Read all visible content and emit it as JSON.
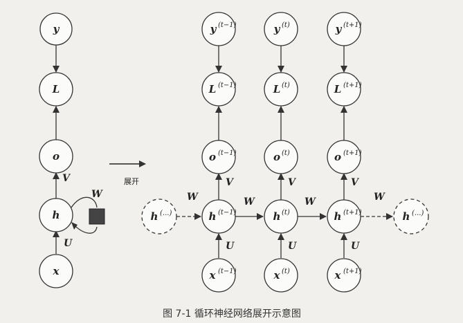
{
  "diagram": {
    "folded": {
      "nodes": [
        {
          "id": "y",
          "label": "y",
          "sup": ""
        },
        {
          "id": "L",
          "label": "L",
          "sup": ""
        },
        {
          "id": "o",
          "label": "o",
          "sup": ""
        },
        {
          "id": "h",
          "label": "h",
          "sup": ""
        },
        {
          "id": "x",
          "label": "x",
          "sup": ""
        }
      ],
      "edge_labels": {
        "V": "V",
        "U": "U",
        "W": "W"
      }
    },
    "unfold_label": "展开",
    "unfolded": {
      "columns": [
        {
          "y": "y",
          "y_sup": "(t−1)",
          "L": "L",
          "L_sup": "(t−1)",
          "o": "o",
          "o_sup": "(t−1)",
          "h": "h",
          "h_sup": "(t−1)",
          "x": "x",
          "x_sup": "(t−1)"
        },
        {
          "y": "y",
          "y_sup": "(t)",
          "L": "L",
          "L_sup": "(t)",
          "o": "o",
          "o_sup": "(t)",
          "h": "h",
          "h_sup": "(t)",
          "x": "x",
          "x_sup": "(t)"
        },
        {
          "y": "y",
          "y_sup": "(t+1)",
          "L": "L",
          "L_sup": "(t+1)",
          "o": "o",
          "o_sup": "(t+1)",
          "h": "h",
          "h_sup": "(t+1)",
          "x": "x",
          "x_sup": "(t+1)"
        }
      ],
      "prev_state": {
        "label": "h",
        "sup": "(...)"
      },
      "next_state": {
        "label": "h",
        "sup": "(...)"
      },
      "edge_labels": {
        "V": "V",
        "U": "U",
        "W": "W"
      }
    },
    "caption": "图 7-1    循环神经网络展开示意图"
  }
}
